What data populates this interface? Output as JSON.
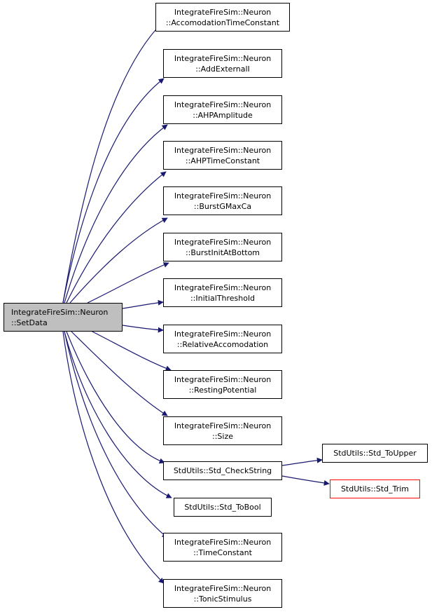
{
  "colors": {
    "edge": "#191970",
    "root_fill": "#bfbfbf",
    "truncated_border": "#ff0000"
  },
  "root": {
    "line1": "IntegrateFireSim::Neuron",
    "line2": "::SetData"
  },
  "callees": [
    {
      "line1": "IntegrateFireSim::Neuron",
      "line2": "::AccomodationTimeConstant"
    },
    {
      "line1": "IntegrateFireSim::Neuron",
      "line2": "::AddExternalI"
    },
    {
      "line1": "IntegrateFireSim::Neuron",
      "line2": "::AHPAmplitude"
    },
    {
      "line1": "IntegrateFireSim::Neuron",
      "line2": "::AHPTimeConstant"
    },
    {
      "line1": "IntegrateFireSim::Neuron",
      "line2": "::BurstGMaxCa"
    },
    {
      "line1": "IntegrateFireSim::Neuron",
      "line2": "::BurstInitAtBottom"
    },
    {
      "line1": "IntegrateFireSim::Neuron",
      "line2": "::InitialThreshold"
    },
    {
      "line1": "IntegrateFireSim::Neuron",
      "line2": "::RelativeAccomodation"
    },
    {
      "line1": "IntegrateFireSim::Neuron",
      "line2": "::RestingPotential"
    },
    {
      "line1": "IntegrateFireSim::Neuron",
      "line2": "::Size"
    },
    {
      "line1": "StdUtils::Std_CheckString"
    },
    {
      "line1": "StdUtils::Std_ToBool"
    },
    {
      "line1": "IntegrateFireSim::Neuron",
      "line2": "::TimeConstant"
    },
    {
      "line1": "IntegrateFireSim::Neuron",
      "line2": "::TonicStimulus"
    }
  ],
  "sub_callees": [
    {
      "line1": "StdUtils::Std_ToUpper"
    },
    {
      "line1": "StdUtils::Std_Trim",
      "truncated": true
    }
  ]
}
